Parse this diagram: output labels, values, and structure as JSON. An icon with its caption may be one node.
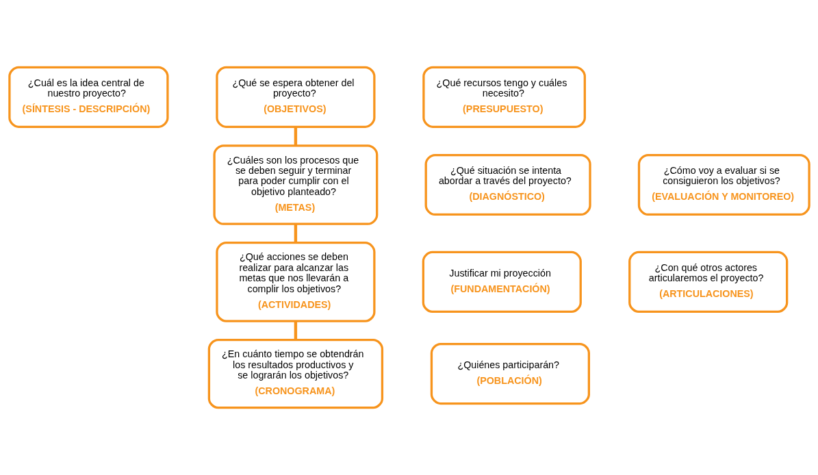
{
  "diagram": {
    "nodes": [
      {
        "text": [
          "¿Cuál es la idea central de nuestro proyecto?",
          "(SÍNTESIS - DESCRIPCIÓN)"
        ]
      },
      {
        "text": [
          "¿Qué se espera obtener del proyecto?",
          "(OBJETIVOS)"
        ]
      },
      {
        "text": [
          "¿Qué recursos tengo y cuáles necesito?",
          "(PRESUPUESTO)"
        ]
      },
      {
        "text": [
          "¿Qué situación se intenta abordar a través del proyecto?",
          "(DIAGNÓSTICO)"
        ]
      },
      {
        "text": [
          "¿Cuáles son los procesos que se deben seguir y terminar para poder cumplir con el objetivo planteado?",
          "(METAS)"
        ]
      },
      {
        "text": [
          "¿Cómo voy a evaluar si se consiguieron los objetivos?",
          "(EVALUACIÓN Y MONITOREO)"
        ]
      },
      {
        "text": [
          "Justificar mi proyección",
          "(FUNDAMENTACIÓN)"
        ]
      },
      {
        "text": [
          "¿Qué acciones se deben realizar para alcanzar las metas que nos llevarán a complir los objetivos?",
          "(ACTIVIDADES)"
        ]
      },
      {
        "text": [
          "¿Con qué otros actores articularemos el proyecto?",
          "(ARTICULACIONES)"
        ]
      },
      {
        "text": [
          "¿Quiénes participarán?",
          "(POBLACIÓN)"
        ]
      },
      {
        "text": [
          "¿En cuánto tiempo se obtendrán los resultados productivos y se lograrán los objetivos?",
          "(CRONOGRAMA)"
        ]
      }
    ],
    "edges": [
      {
        "from": 1,
        "to": 4,
        "arrow": "none"
      },
      {
        "from": 4,
        "to": 7,
        "arrow": "none"
      },
      {
        "from": 7,
        "to": 10,
        "arrow": "none"
      }
    ]
  }
}
